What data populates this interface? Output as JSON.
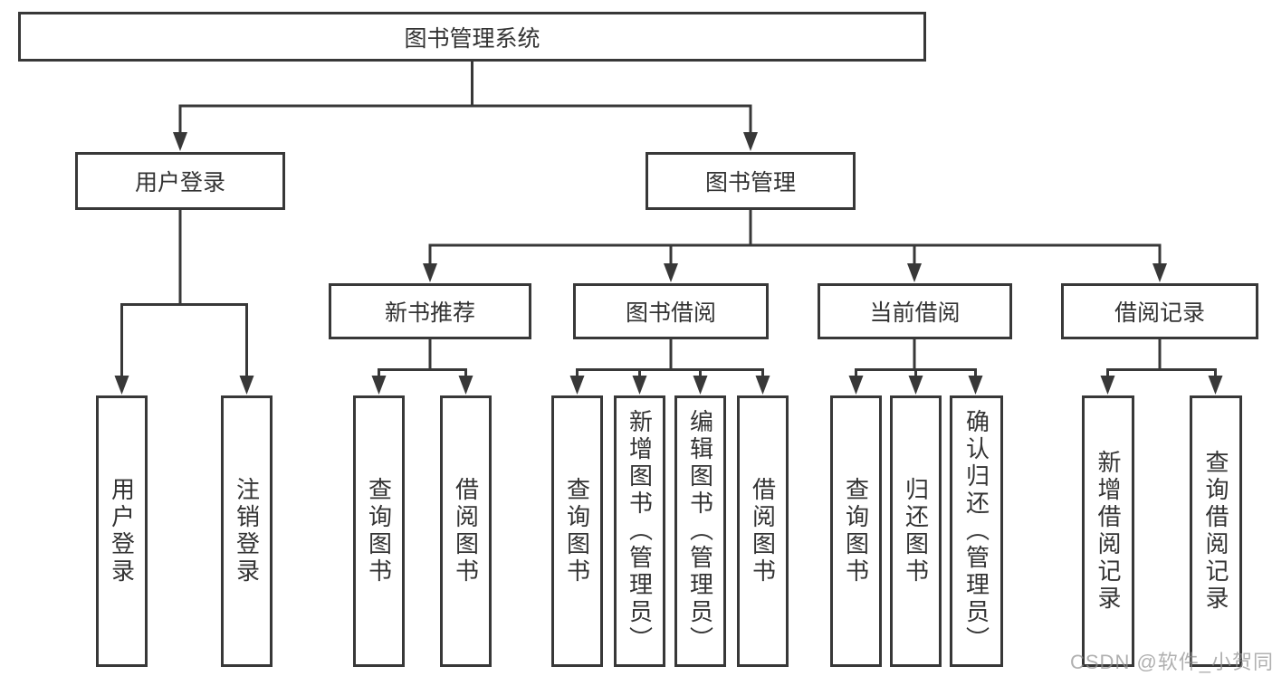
{
  "nodes": {
    "root": {
      "label": "图书管理系统"
    },
    "user_login": {
      "label": "用户登录"
    },
    "book_mgmt": {
      "label": "图书管理"
    },
    "new_book_rec": {
      "label": "新书推荐"
    },
    "book_borrow": {
      "label": "图书借阅"
    },
    "current_borrow": {
      "label": "当前借阅"
    },
    "borrow_records": {
      "label": "借阅记录"
    },
    "ul_login": {
      "label": "用户登录"
    },
    "ul_logout": {
      "label": "注销登录"
    },
    "nb_query": {
      "label": "查询图书"
    },
    "nb_borrow": {
      "label": "借阅图书"
    },
    "bb_query": {
      "label": "查询图书"
    },
    "bb_add": {
      "label": "新增图书（管理员）"
    },
    "bb_edit": {
      "label": "编辑图书（管理员）"
    },
    "bb_borrow": {
      "label": "借阅图书"
    },
    "cb_query": {
      "label": "查询图书"
    },
    "cb_return": {
      "label": "归还图书"
    },
    "cb_confirm": {
      "label": "确认归还（管理员）"
    },
    "br_add": {
      "label": "新增借阅记录"
    },
    "br_query": {
      "label": "查询借阅记录"
    }
  },
  "watermark": {
    "text": "CSDN @软件_小贺同学"
  },
  "colors": {
    "line": "#383838",
    "text": "#333333",
    "watermark": "#919191",
    "background": "#ffffff"
  }
}
